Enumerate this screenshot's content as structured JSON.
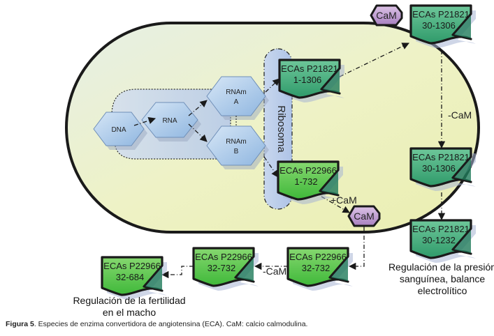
{
  "colors": {
    "cell_fill": "#eef2c8",
    "cell_stroke": "#1a1a1a",
    "hexagon_fill": "#a9c8ea",
    "container_fill": "#c3d3ec",
    "ribosome_fill": "#bccfec",
    "enzyme_dark": "#2f9a6a",
    "enzyme_light": "#5cc44a",
    "cam_fill": "#c7a6d6",
    "arrow": "#1a1a1a"
  },
  "nodes": {
    "dna": "DNA",
    "rna": "RNA",
    "rnam_a": [
      "RNAm",
      "A"
    ],
    "rnam_b": [
      "RNAm",
      "B"
    ],
    "ribosome": "Ribosoma",
    "cam_top": "CaM",
    "cam_bottom": "CaM"
  },
  "enzymes": [
    {
      "id": "e1",
      "line1": "ECAs P21821",
      "line2": "1-1306",
      "shade": "dark"
    },
    {
      "id": "e2",
      "line1": "ECAs P22966",
      "line2": "1-732",
      "shade": "light"
    },
    {
      "id": "e3",
      "line1": "ECAs P21821",
      "line2": "30-1306",
      "shade": "dark"
    },
    {
      "id": "e4",
      "line1": "ECAs P21821",
      "line2": "30-1306",
      "shade": "dark"
    },
    {
      "id": "e5",
      "line1": "ECAs P21821",
      "line2": "30-1232",
      "shade": "dark"
    },
    {
      "id": "e6",
      "line1": "ECAs P22966",
      "line2": "32-732",
      "shade": "light"
    },
    {
      "id": "e7",
      "line1": "ECAs P22966",
      "line2": "32-732",
      "shade": "light"
    },
    {
      "id": "e8",
      "line1": "ECAs P22966",
      "line2": "32-684",
      "shade": "light"
    }
  ],
  "edge_labels": {
    "minus_cam_right": "-CaM",
    "plus_cam": "+CaM",
    "minus_cam_bottom": "-CaM"
  },
  "notes": {
    "blood_pressure": [
      "Regulación de la presión",
      "sanguínea, balance",
      "electrolítico"
    ],
    "fertility": [
      "Regulación de la fertilidad",
      "en el macho"
    ]
  },
  "caption": {
    "label": "Figura 5",
    "text": ". Especies de enzima convertidora de angiotensina (ECA). CaM: calcio calmodulina."
  }
}
